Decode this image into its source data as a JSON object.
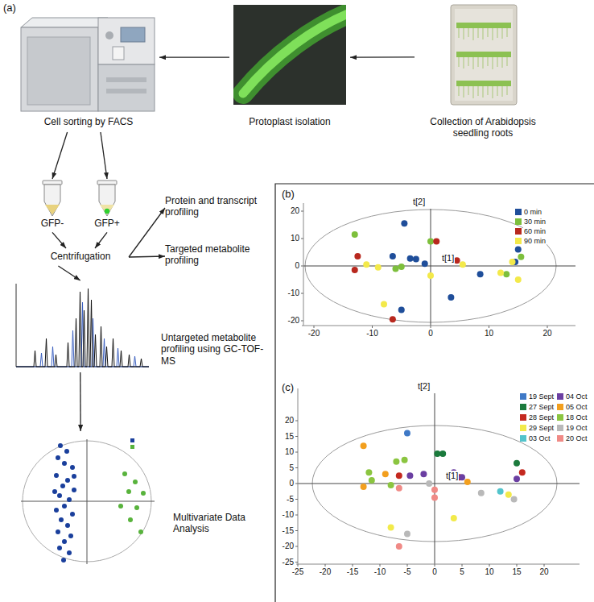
{
  "diagram": {
    "nodes": [
      {
        "text": [
          "Cell sorting by FACS"
        ]
      },
      {
        "text": [
          "Protoplast isolation"
        ]
      },
      {
        "text": [
          "Collection of Arabidopsis seedling roots"
        ]
      },
      {
        "text": [
          "GFP-"
        ]
      },
      {
        "text": [
          "GFP+"
        ]
      },
      {
        "text": [
          "Centrifugation"
        ]
      },
      {
        "text": [
          "Protein and transcript profiling"
        ]
      },
      {
        "text": [
          "Targeted metabolite profiling"
        ]
      },
      {
        "text": [
          "Untargeted metabolite profiling using GC-TOF-MS"
        ]
      },
      {
        "text": [
          "Multivariate Data Analysis"
        ]
      }
    ],
    "edges": [
      {
        "from": 2,
        "to": 1,
        "arrow": "to"
      },
      {
        "from": 1,
        "to": 0,
        "arrow": "to"
      },
      {
        "from": 0,
        "to": 3,
        "arrow": "to"
      },
      {
        "from": 0,
        "to": 4,
        "arrow": "to"
      },
      {
        "from": 3,
        "to": 5,
        "arrow": "to"
      },
      {
        "from": 4,
        "to": 5,
        "arrow": "to"
      },
      {
        "from": 5,
        "to": 6,
        "arrow": "to"
      },
      {
        "from": 5,
        "to": 7,
        "arrow": "to"
      },
      {
        "from": 5,
        "to": 8,
        "arrow": "to"
      },
      {
        "from": 8,
        "to": 9,
        "arrow": "to"
      }
    ],
    "labels": [
      "(a)",
      "(b)",
      "(c)",
      "-20",
      "-10",
      "0",
      "10",
      "20",
      "20",
      "10",
      "0",
      "-10",
      "-20",
      "t[1]",
      "t[2]",
      "-25",
      "-20",
      "-15",
      "-10",
      "-5",
      "0",
      "5",
      "10",
      "15",
      "20",
      "20",
      "15",
      "10",
      "5",
      "0",
      "-5",
      "-10",
      "-15",
      "-20",
      "-25",
      "t[1]",
      "t[2]"
    ],
    "legend": [
      {
        "text": "0 min",
        "color": "#1f4e9a"
      },
      {
        "text": "30 min",
        "color": "#7dbf3c"
      },
      {
        "text": "60 min",
        "color": "#b8281e"
      },
      {
        "text": "90 min",
        "color": "#f3e94a"
      },
      {
        "text": "19 Sept",
        "color": "#3f79c6"
      },
      {
        "text": "27 Sept",
        "color": "#1b7a3c"
      },
      {
        "text": "28 Sept",
        "color": "#c4291f"
      },
      {
        "text": "29 Sept",
        "color": "#f2ea4a"
      },
      {
        "text": "03 Oct",
        "color": "#52c4cc"
      },
      {
        "text": "04 Oct",
        "color": "#6b3fa2"
      },
      {
        "text": "05 Oct",
        "color": "#f29f1e"
      },
      {
        "text": "18 Oct",
        "color": "#8bc540"
      },
      {
        "text": "19 Oct",
        "color": "#b9b9b9"
      },
      {
        "text": "20 Oct",
        "color": "#f08a86"
      }
    ]
  }
}
